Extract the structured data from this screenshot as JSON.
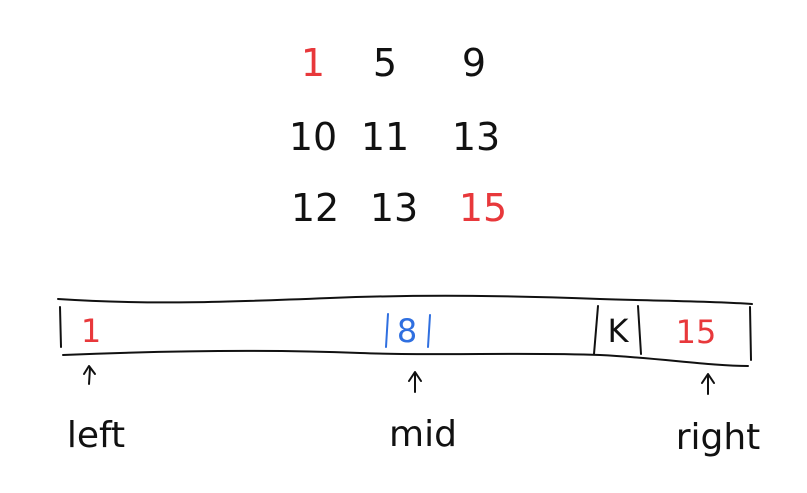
{
  "colors": {
    "ink": "#111111",
    "highlight": "#e8383b",
    "mid": "#2f6fe0"
  },
  "matrix": {
    "rows": [
      [
        {
          "value": "1",
          "highlight": true
        },
        {
          "value": "5",
          "highlight": false
        },
        {
          "value": "9",
          "highlight": false
        }
      ],
      [
        {
          "value": "10",
          "highlight": false
        },
        {
          "value": "11",
          "highlight": false
        },
        {
          "value": "13",
          "highlight": false
        }
      ],
      [
        {
          "value": "12",
          "highlight": false
        },
        {
          "value": "13",
          "highlight": false
        },
        {
          "value": "15",
          "highlight": true
        }
      ]
    ]
  },
  "strip": {
    "min_value": "1",
    "mid_value": "8",
    "k_label": "K",
    "max_value": "15"
  },
  "pointers": {
    "left_label": "left",
    "mid_label": "mid",
    "right_label": "right"
  }
}
